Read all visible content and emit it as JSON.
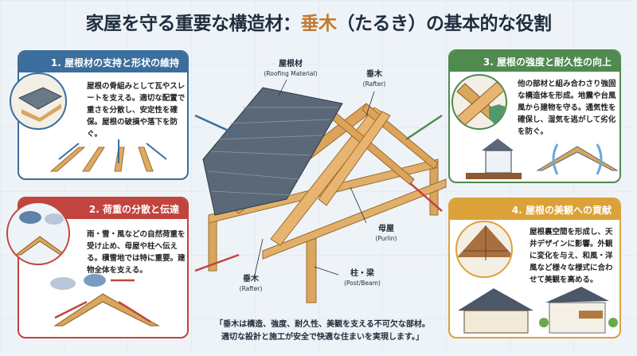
{
  "title": {
    "prefix": "家屋を守る重要な構造材：",
    "highlight": "垂木",
    "suffix": "（たるき）の基本的な役割"
  },
  "panels": [
    {
      "title": "1. 屋根材の支持と形状の維持",
      "text": "屋根の骨組みとして瓦やスレートを支える。適切な配置で重さを分散し、安定性を確保。屋根の破損や落下を防ぐ。",
      "color": "#3b6e9c"
    },
    {
      "title": "2. 荷重の分散と伝達",
      "text": "雨・雪・風などの自然荷重を受け止め、母屋や柱へ伝える。積雪地では特に重要。建物全体を支える。",
      "color": "#c2443e"
    },
    {
      "title": "3. 屋根の強度と耐久性の向上",
      "text": "他の部材と組み合わさり強固な構造体を形成。地震や台風風から建物を守る。通気性を確保し、湿気を逃がして劣化を防ぐ。",
      "color": "#4f8a4f"
    },
    {
      "title": "4. 屋根の美観への貢献",
      "text": "屋根裏空間を形成し、天井デザインに影響。外観に変化を与え、和風・洋風など様々な様式に合わせて美観を高める。",
      "color": "#dba23a"
    }
  ],
  "labels": {
    "roofing": {
      "jp": "屋根材",
      "en": "(Roofing Material)"
    },
    "rafter_top": {
      "jp": "垂木",
      "en": "(Rafter)"
    },
    "purlin": {
      "jp": "母屋",
      "en": "(Purlin)"
    },
    "post": {
      "jp": "柱・梁",
      "en": "(Post/Beam)"
    },
    "rafter_bottom": {
      "jp": "垂木",
      "en": "(Rafter)"
    }
  },
  "quote": {
    "line1": "「垂木は構造、強度、耐久性、美観を支える不可欠な部材。",
    "line2": "適切な設計と施工が安全で快適な住まいを実現します。」"
  }
}
